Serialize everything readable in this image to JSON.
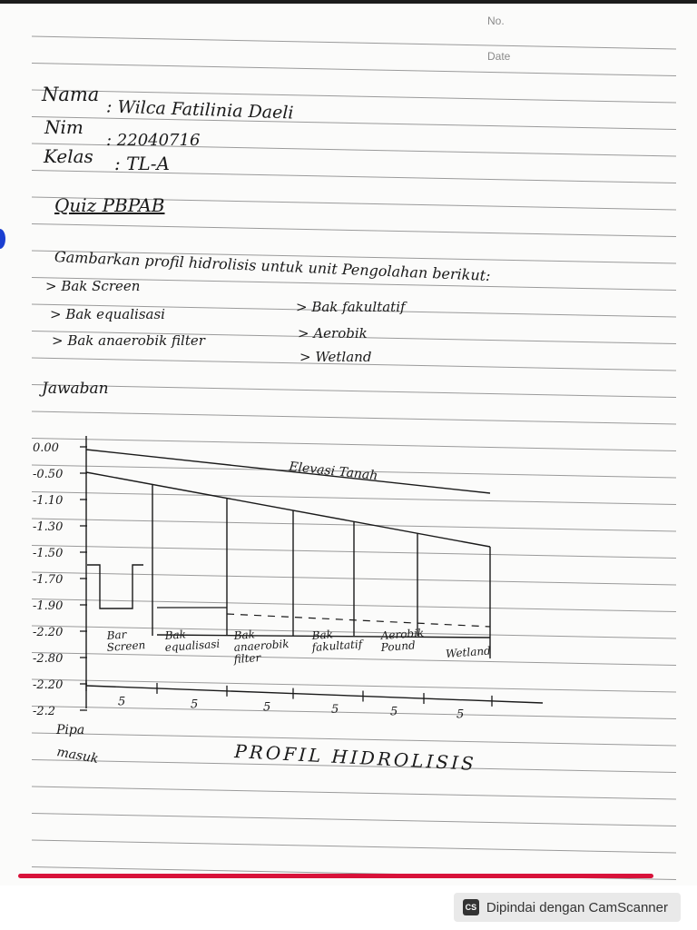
{
  "header": {
    "no_label": "No.",
    "date_label": "Date"
  },
  "student": {
    "nama_label": "Nama",
    "nama_value": ": Wilca Fatilinia Daeli",
    "nim_label": "Nim",
    "nim_value": ": 22040716",
    "kelas_label": "Kelas",
    "kelas_value": ": TL-A"
  },
  "quiz_title": "Quiz PBPAB",
  "instruction": "Gambarkan profil hidrolisis untuk unit Pengolahan berikut:",
  "units_left": [
    "> Bak Screen",
    "> Bak equalisasi",
    "> Bak anaerobik filter"
  ],
  "units_right": [
    "> Bak fakultatif",
    "> Aerobik",
    "> Wetland"
  ],
  "answer_label": "Jawaban",
  "diagram": {
    "elevation_ticks": [
      "0.00",
      "-0.50",
      "-1.10",
      "-1.30",
      "-1.50",
      "-1.70",
      "-1.90",
      "-2.20",
      "-2.80",
      "-2.20",
      "-2.2"
    ],
    "ground_label": "Elevasi Tanah",
    "units": [
      {
        "lines": [
          "Bar",
          "Screen"
        ]
      },
      {
        "lines": [
          "Bak",
          "equalisasi"
        ]
      },
      {
        "lines": [
          "Bak",
          "anaerobik",
          "filter"
        ]
      },
      {
        "lines": [
          "Bak",
          "fakultatif"
        ]
      },
      {
        "lines": [
          "Aerobik",
          "Pound"
        ]
      },
      {
        "lines": [
          "Wetland"
        ]
      }
    ],
    "spacing_labels": [
      "5",
      "5",
      "5",
      "5",
      "5",
      "5"
    ],
    "inlet_label_1": "Pipa",
    "inlet_label_2": "masuk",
    "title": "PROFIL HIDROLISIS"
  },
  "footer": {
    "scanner_icon": "CS",
    "scanner_text": "Dipindai dengan CamScanner"
  },
  "colors": {
    "ink": "#1a1a1a",
    "rule": "#8c8c8c",
    "accent_blue": "#1b3fd1"
  }
}
